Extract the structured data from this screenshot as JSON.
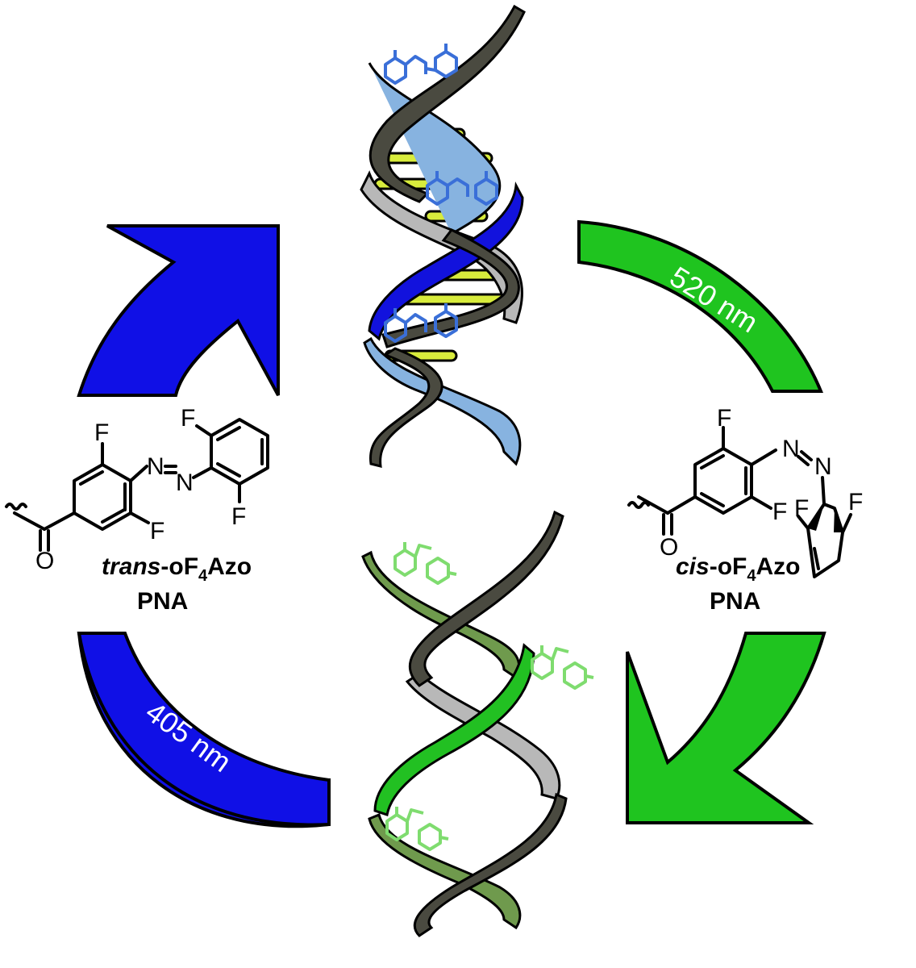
{
  "colors": {
    "blue_arrow": "#1010e6",
    "green_arrow": "#1fc41f",
    "helix_dark": "#4a4a40",
    "helix_light_blue": "#87b3e0",
    "helix_blue": "#1212dd",
    "helix_grey": "#b8b8b8",
    "helix_light_green": "#6f9a4d",
    "helix_green": "#22c022",
    "base_pair": "#d8ec3c",
    "azo_blue": "#3a6fd8",
    "azo_green": "#7fdc6f"
  },
  "arrows": {
    "blue_label": "405 nm",
    "green_label": "520 nm"
  },
  "left_molecule": {
    "name_prefix": "trans",
    "name_mid": "-o",
    "name_F": "F",
    "name_sub": "4",
    "name_suffix": "Azo",
    "polymer": "PNA",
    "atoms": {
      "F1": "F",
      "F2": "F",
      "F3": "F",
      "F4": "F",
      "N1": "N",
      "N2": "N",
      "O": "O"
    }
  },
  "right_molecule": {
    "name_prefix": "cis",
    "name_mid": "-o",
    "name_F": "F",
    "name_sub": "4",
    "name_suffix": "Azo",
    "polymer": "PNA",
    "atoms": {
      "F1": "F",
      "F2": "F",
      "F3": "F",
      "F4": "F",
      "N1": "N",
      "N2": "N",
      "O": "O"
    }
  }
}
